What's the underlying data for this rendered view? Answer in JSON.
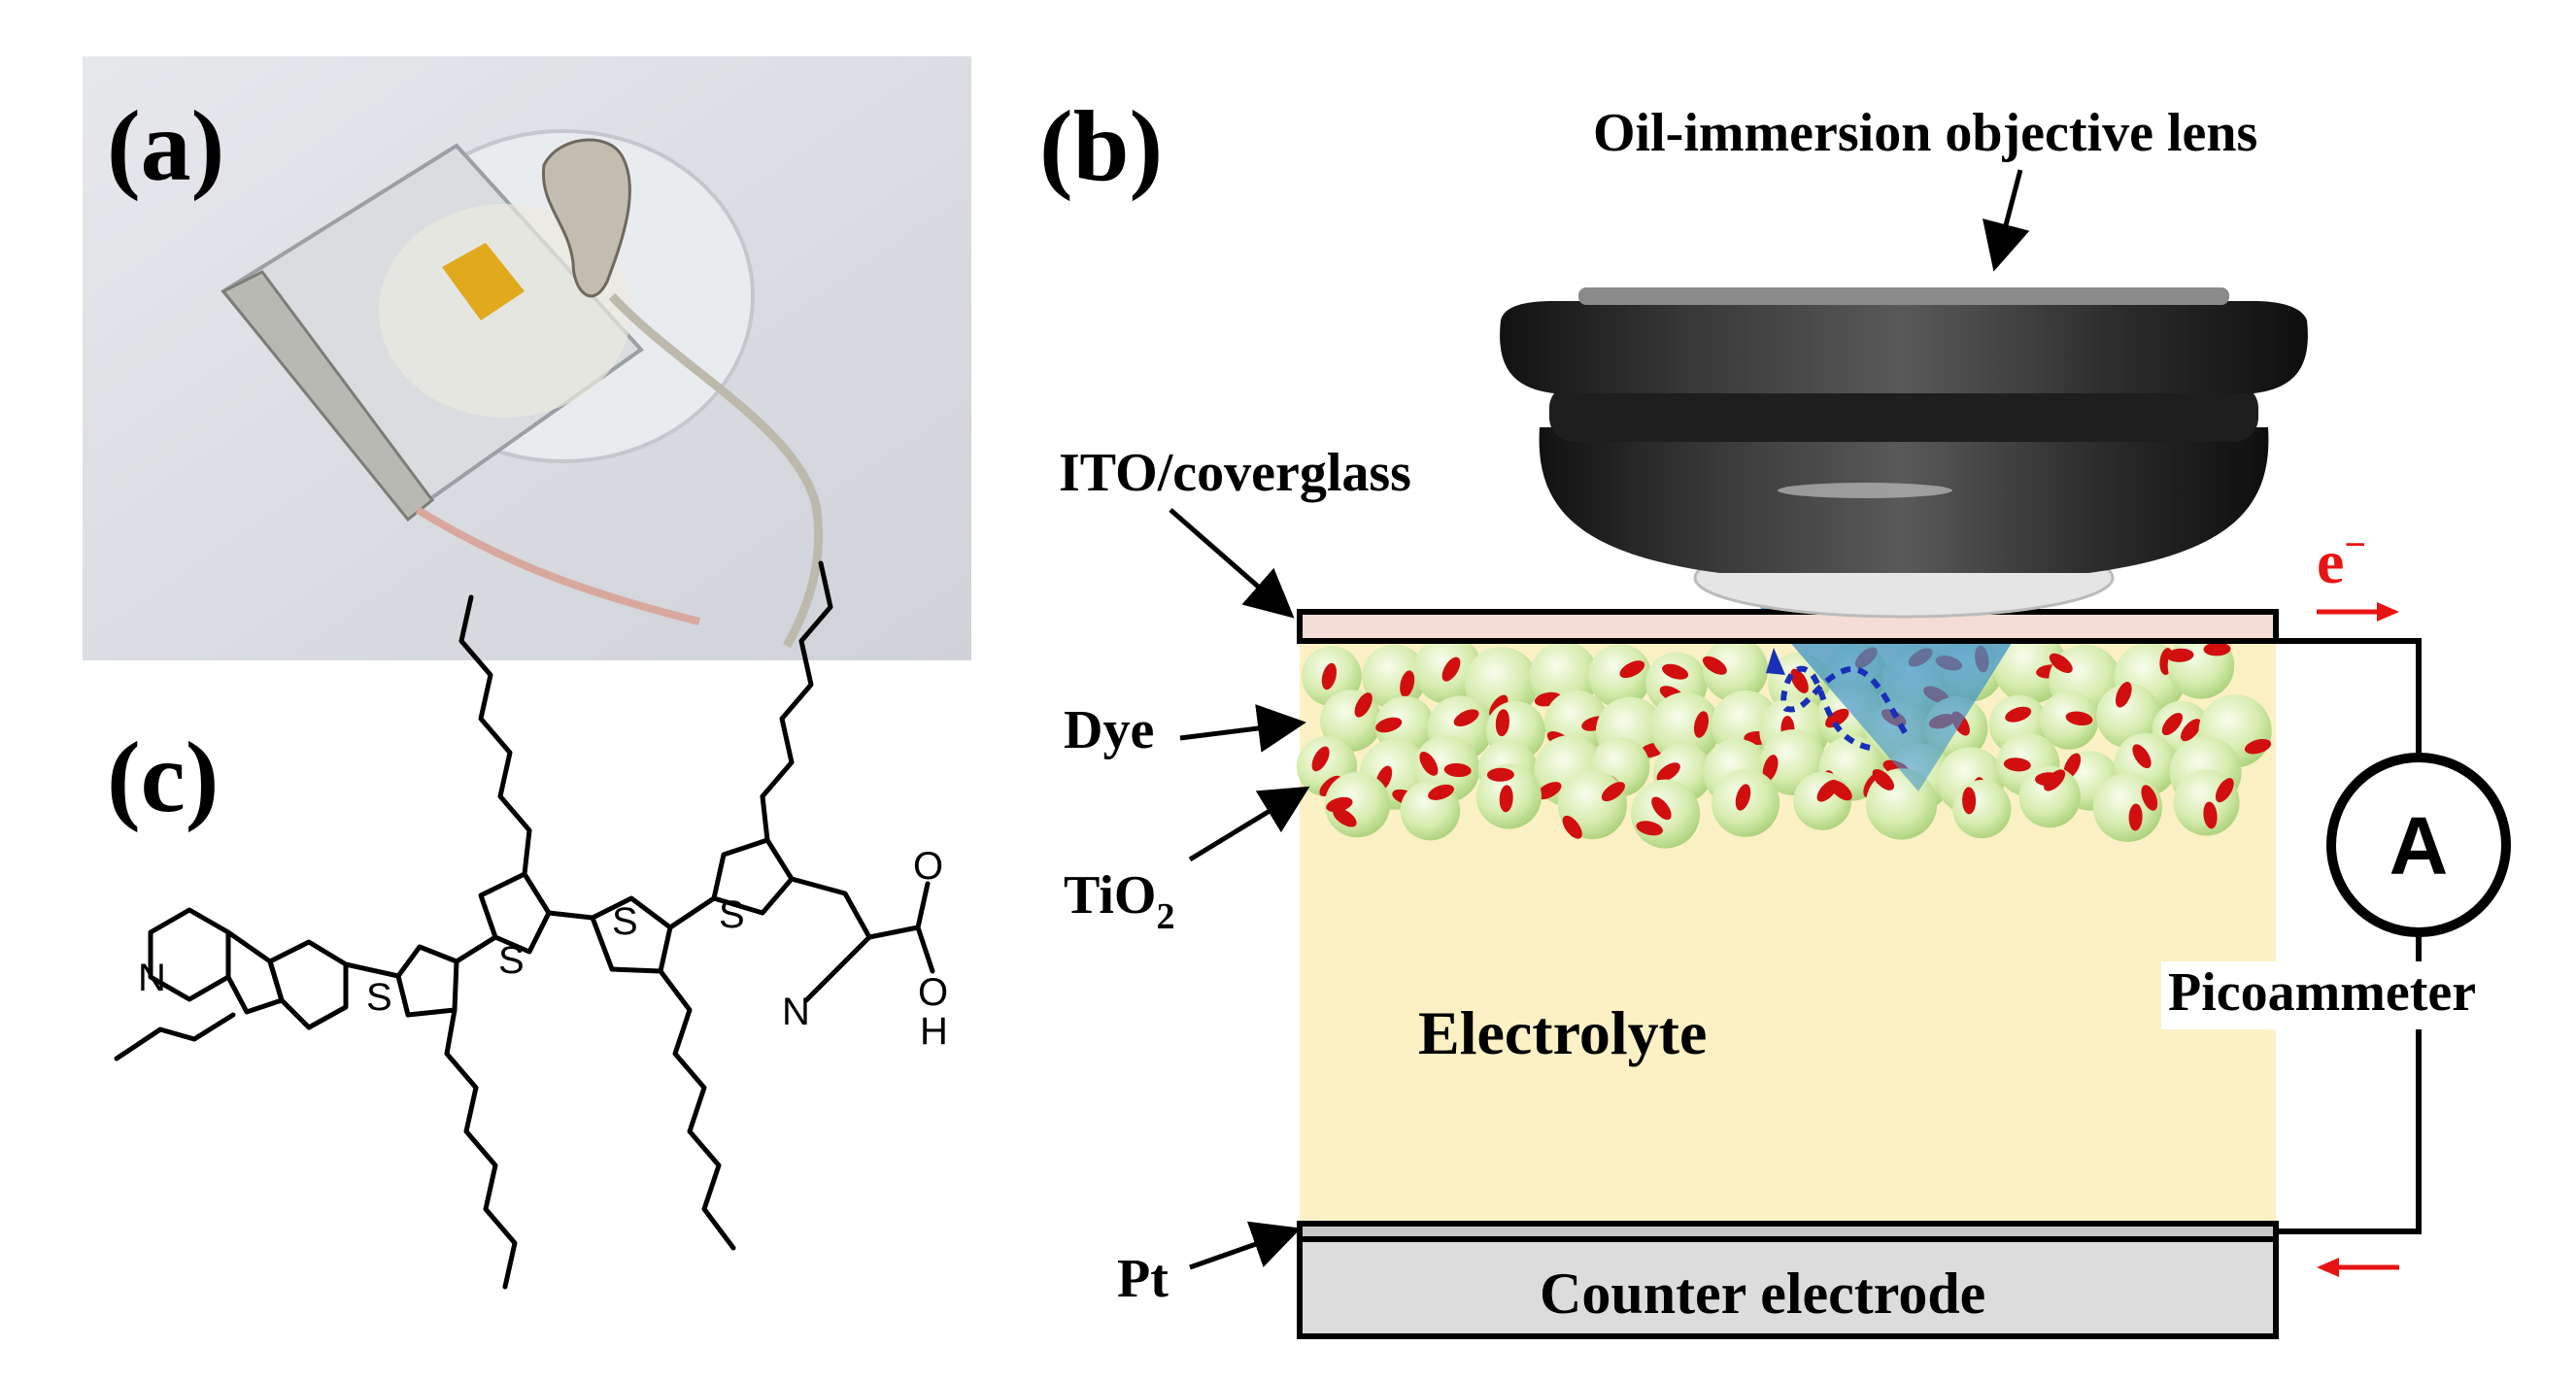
{
  "panels": {
    "a": {
      "label": "(a)"
    },
    "b": {
      "label": "(b)",
      "objective_label": "Oil-immersion objective lens",
      "ito_label": "ITO/coverglass",
      "dye_label": "Dye",
      "tio2_label": "TiO",
      "tio2_subscript": "2",
      "electrolyte_label": "Electrolyte",
      "pt_label": "Pt",
      "counter_label": "Counter electrode",
      "meter_symbol": "A",
      "meter_label": "Picoammeter",
      "electron_label": "e",
      "electron_superscript": "−"
    },
    "c": {
      "label": "(c)",
      "atoms": {
        "n_carbazole": "N",
        "s1": "S",
        "s2": "S",
        "s3": "S",
        "s4": "S",
        "n_nitrile": "N",
        "o_carbonyl": "O",
        "o_hydroxyl": "O",
        "h_hydroxyl": "H"
      }
    }
  },
  "colors": {
    "electrolyte": "#fbf1c4",
    "ito": "#f6dcd6",
    "counter_electrode": "#dcdcdc",
    "tio2_particle": "#d7ecb0",
    "dye": "#d10f0f",
    "light_cone": "#4b9fd0",
    "electron_path": "#1a2fb8",
    "electron_arrow": "#e81414",
    "objective": "#2a2a2a"
  },
  "icons": [
    "electron-flow-arrow-icon",
    "ammeter-icon"
  ]
}
